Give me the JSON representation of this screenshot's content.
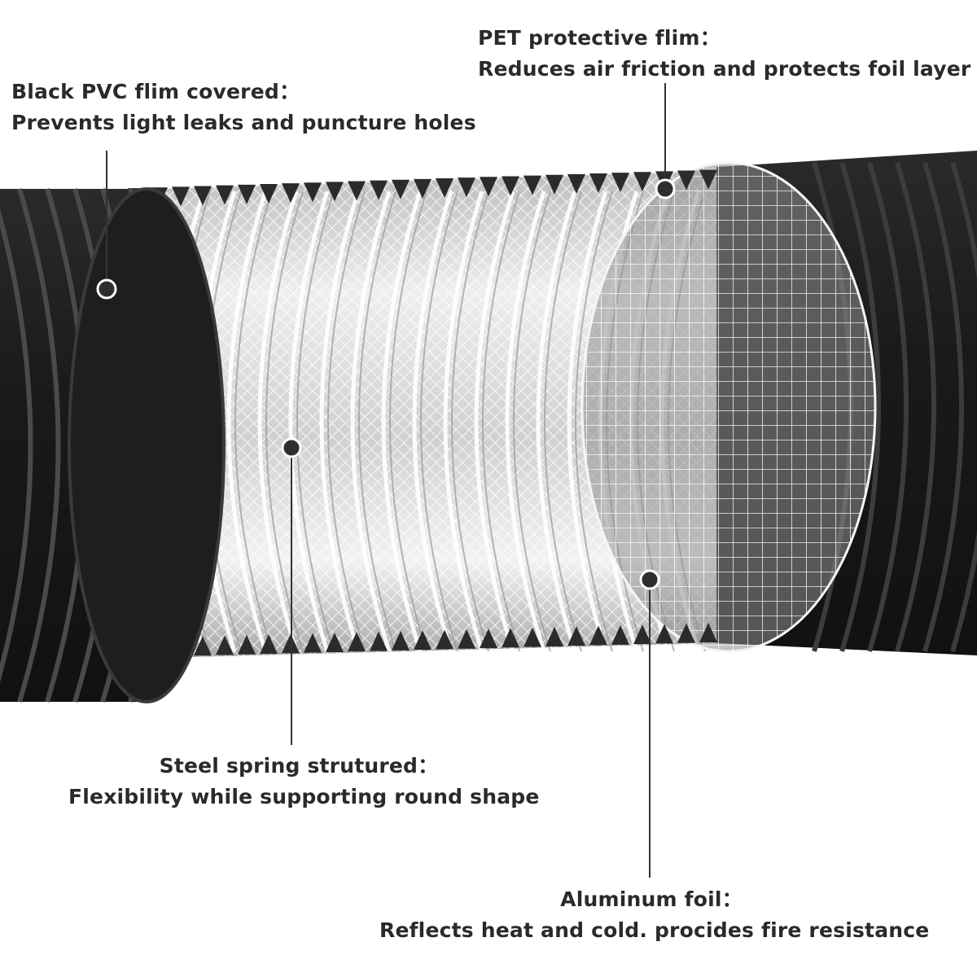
{
  "callouts": {
    "pvc": {
      "title": "Black PVC flim  covered：",
      "description": "Prevents light leaks and puncture holes"
    },
    "pet": {
      "title": "PET protective flim：",
      "description": "Reduces air friction and protects foil layer"
    },
    "steel": {
      "title": "Steel spring strutured：",
      "description": "Flexibility while supporting round shape"
    },
    "foil": {
      "title": "Aluminum foil：",
      "description": "Reflects heat and cold. procides fire resistance"
    }
  },
  "colors": {
    "pvc_black": "#1c1c1c",
    "pvc_ridge": "#3a3a3a",
    "foil_silver": "#d9d9d9",
    "mesh_white": "#f4f4f4",
    "leader_line": "#333333"
  }
}
